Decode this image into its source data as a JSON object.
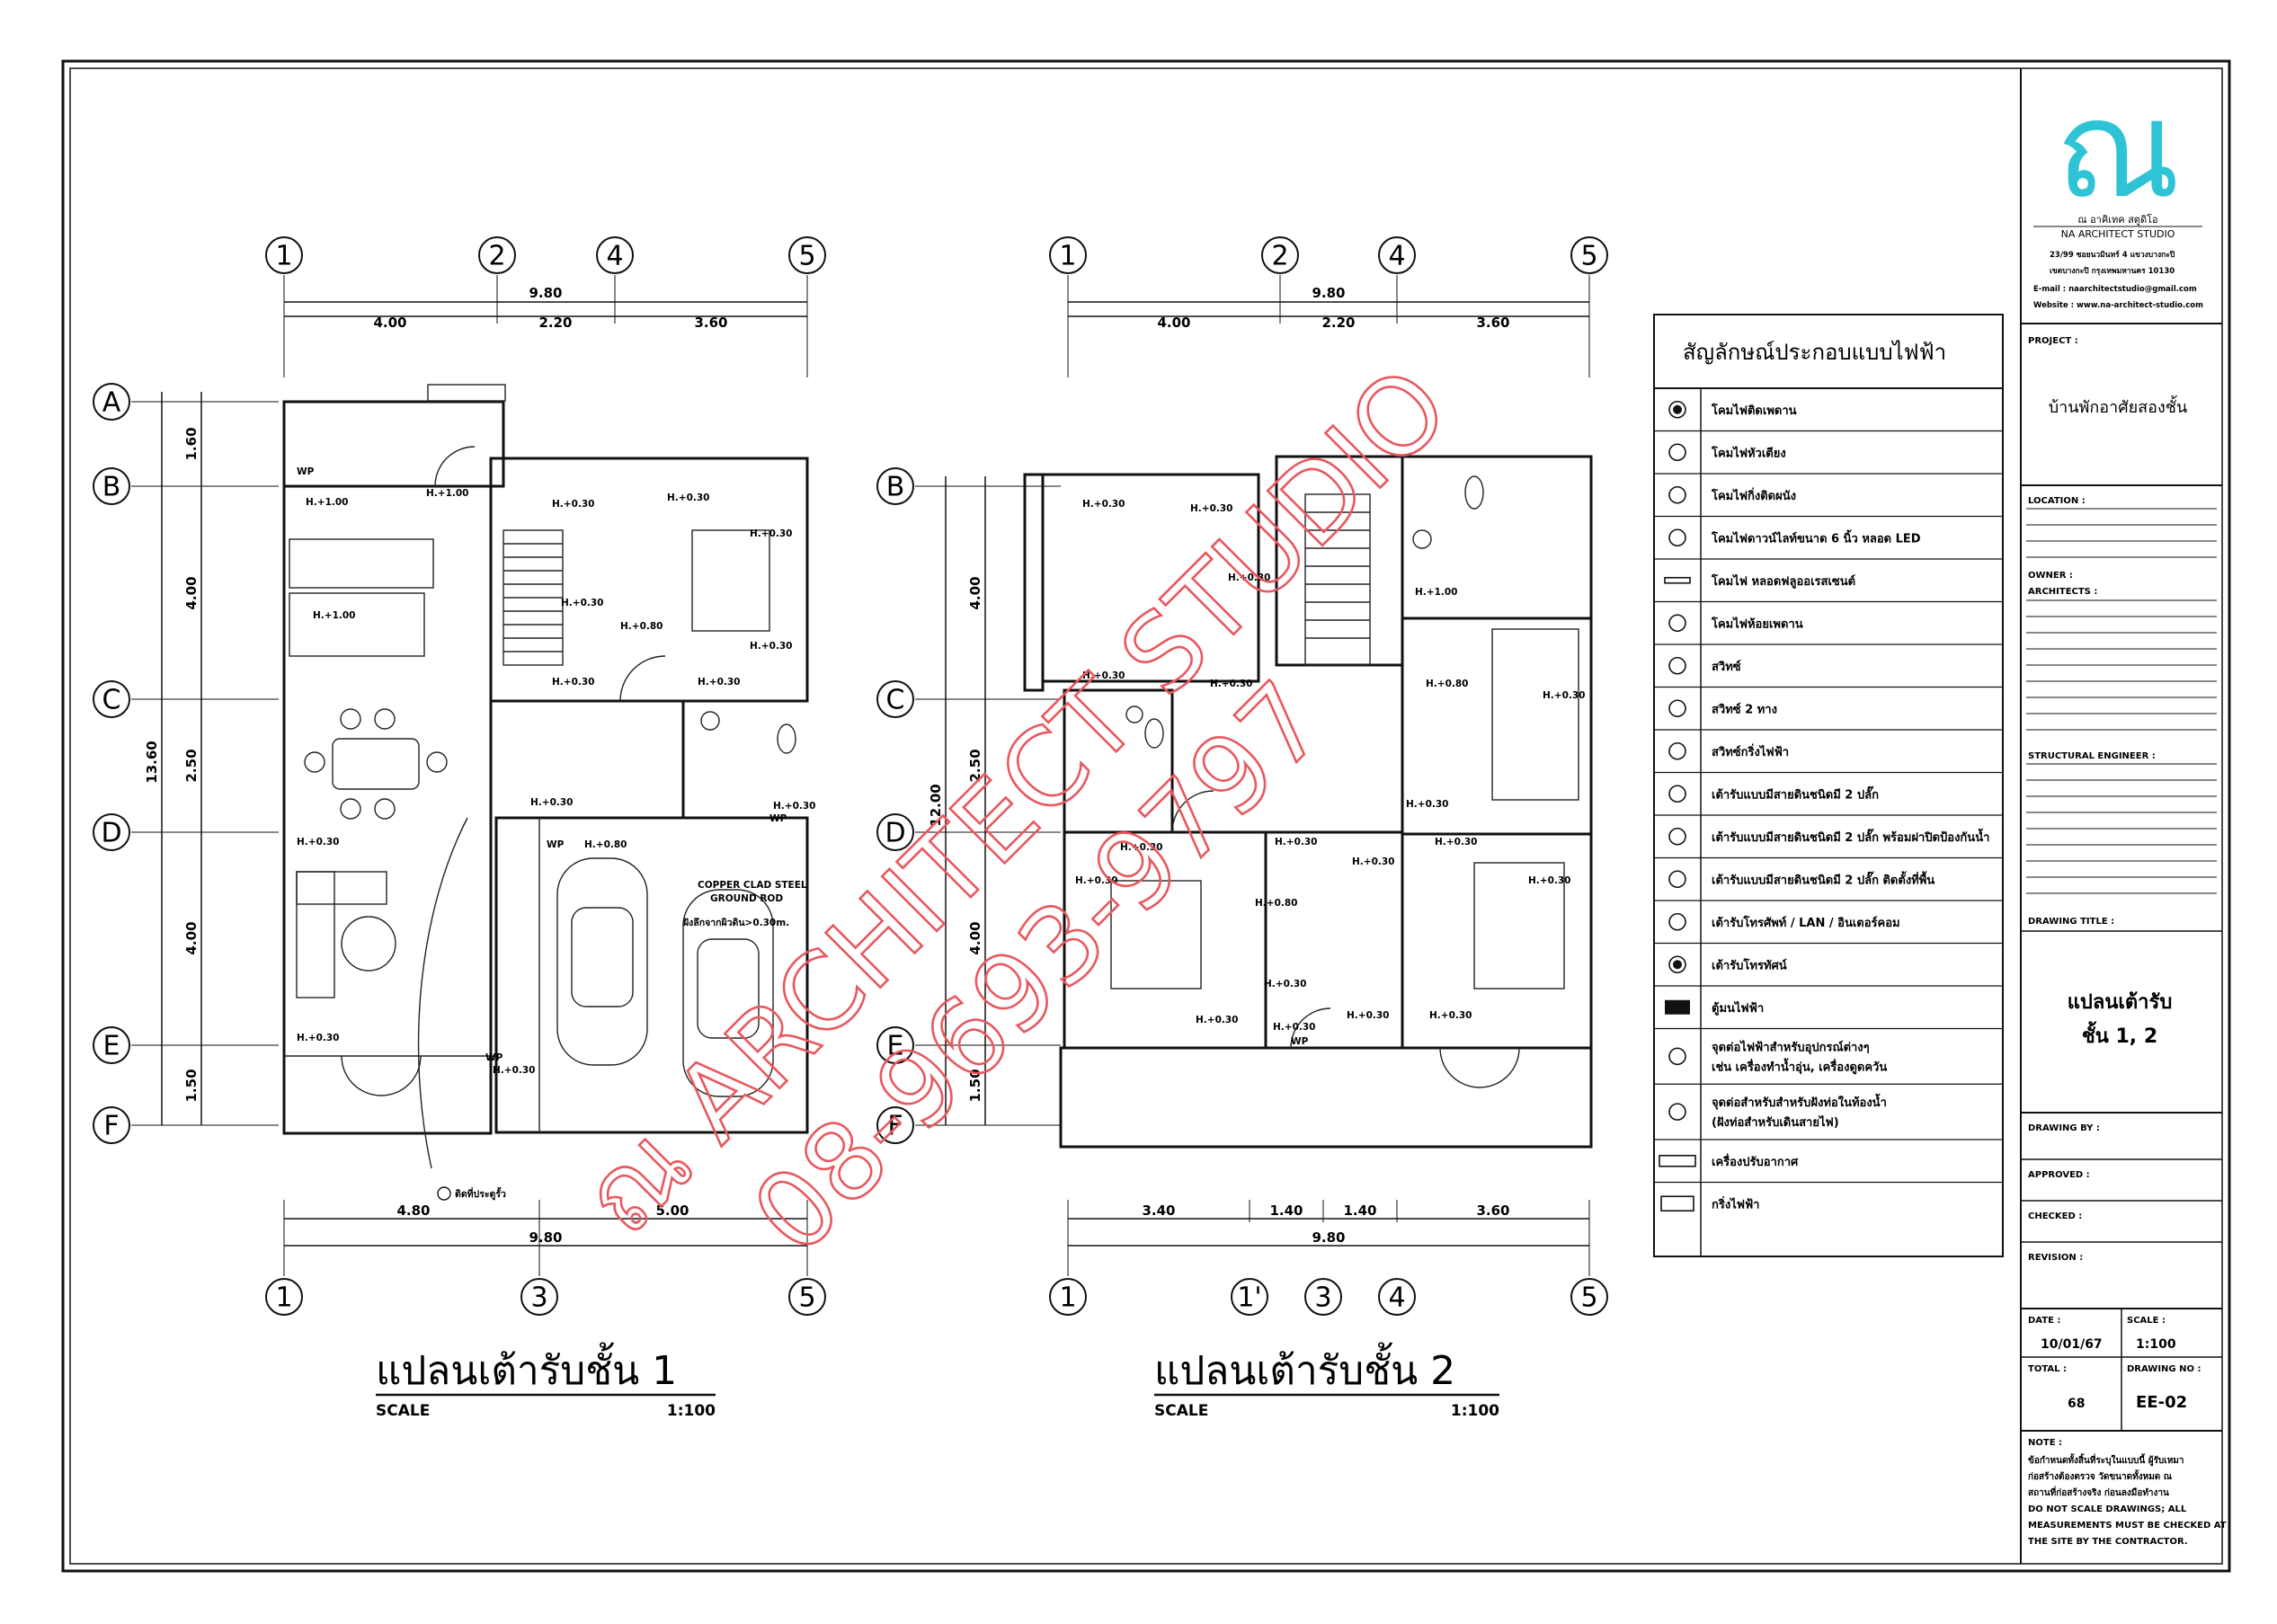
{
  "logo": {
    "glyph": "ณ",
    "name_th": "ณ อาคิเทค สตูดิโอ",
    "name_en": "NA ARCHITECT STUDIO",
    "address_1": "23/99 ซอยนวมินทร์ 4 แขวงบางกะปิ",
    "address_2": "เขตบางกะปิ กรุงเทพมหานคร 10130",
    "email": "E-mail : naarchitectstudio@gmail.com",
    "website": "Website : www.na-architect-studio.com",
    "color": "#2ec4d6"
  },
  "watermark": {
    "line1": "ณ ARCHITECT STUDIO",
    "line2": "08-9693-9797",
    "color": "#e8585e"
  },
  "plan1": {
    "title": "แปลนเต้ารับชั้น 1",
    "scale_label": "SCALE",
    "scale_value": "1:100",
    "top_grid": [
      "1",
      "2",
      "4",
      "5"
    ],
    "bottom_grid": [
      "1",
      "3",
      "5"
    ],
    "side_grid": [
      "A",
      "B",
      "C",
      "D",
      "E",
      "F"
    ],
    "top_total": "9.80",
    "top_dims": [
      "4.00",
      "2.20",
      "3.60"
    ],
    "bottom_dims": [
      "4.80",
      "5.00"
    ],
    "bottom_total": "9.80",
    "side_total": "13.60",
    "side_dims": [
      "1.60",
      "4.00",
      "2.50",
      "4.00",
      "1.50"
    ],
    "labels": [
      "WP",
      "H.+1.00",
      "H.+1.00",
      "H.+0.30",
      "H.+0.30",
      "H.+0.30",
      "H.+0.30",
      "H.+0.80",
      "H.+0.30",
      "H.+0.30",
      "H.+1.00",
      "H.+0.30",
      "H.+0.30",
      "H.+0.30",
      "WP",
      "H.+0.80",
      "H.+0.30",
      "H.+0.30",
      "WP",
      "WP",
      "H.+0.30"
    ],
    "ground_rod_1": "COPPER CLAD STEEL",
    "ground_rod_2": "GROUND ROD",
    "ground_rod_3": "ฝังลึกจากผิวดิน>0.30m.",
    "doorbell_note": "ติดที่ประตูรั้ว"
  },
  "plan2": {
    "title": "แปลนเต้ารับชั้น 2",
    "scale_label": "SCALE",
    "scale_value": "1:100",
    "top_grid": [
      "1",
      "2",
      "4",
      "5"
    ],
    "bottom_grid": [
      "1",
      "1'",
      "3",
      "4",
      "5"
    ],
    "side_grid": [
      "B",
      "C",
      "D",
      "E",
      "F"
    ],
    "top_total": "9.80",
    "top_dims": [
      "4.00",
      "2.20",
      "3.60"
    ],
    "bottom_dims": [
      "3.40",
      "1.40",
      "1.40",
      "3.60"
    ],
    "bottom_total": "9.80",
    "side_total": "12.00",
    "side_dims": [
      "4.00",
      "2.50",
      "4.00",
      "1.50"
    ],
    "labels": [
      "H.+0.30",
      "H.+0.30",
      "H.+0.30",
      "H.+1.00",
      "H.+0.30",
      "H.+0.30",
      "H.+0.80",
      "H.+0.30",
      "H.+0.30",
      "H.+0.30",
      "H.+0.30",
      "H.+0.30",
      "H.+0.30",
      "H.+0.30",
      "H.+0.80",
      "H.+0.30",
      "H.+0.30",
      "H.+0.30",
      "H.+0.30",
      "H.+0.30",
      "H.+0.30",
      "WP"
    ]
  },
  "legend": {
    "title": "สัญลักษณ์ประกอบแบบไฟฟ้า",
    "items": [
      {
        "icon": "ceiling-pendant-lamp-icon",
        "text": "โคมไฟติดเพดาน"
      },
      {
        "icon": "bedside-lamp-icon",
        "text": "โคมไฟหัวเตียง"
      },
      {
        "icon": "wall-lamp-icon",
        "text": "โคมไฟกิ่งติดผนัง"
      },
      {
        "icon": "downlight-icon",
        "text": "โคมไฟดาวน์ไลท์ขนาด 6 นิ้ว หลอด LED"
      },
      {
        "icon": "fluorescent-lamp-icon",
        "text": "โคมไฟ หลอดฟลูออเรสเซนต์"
      },
      {
        "icon": "hanging-lamp-icon",
        "text": "โคมไฟห้อยเพดาน"
      },
      {
        "icon": "switch-icon",
        "text": "สวิทซ์"
      },
      {
        "icon": "two-way-switch-icon",
        "text": "สวิทซ์ 2 ทาง"
      },
      {
        "icon": "bell-switch-icon",
        "text": "สวิทซ์กริ่งไฟฟ้า"
      },
      {
        "icon": "duplex-outlet-icon",
        "text": "เต้ารับแบบมีสายดินชนิดมี 2 ปลั๊ก"
      },
      {
        "icon": "wp-outlet-icon",
        "text": "เต้ารับแบบมีสายดินชนิดมี 2 ปลั๊ก พร้อมฝาปิดป้องกันน้ำ"
      },
      {
        "icon": "fp-outlet-icon",
        "text": "เต้ารับแบบมีสายดินชนิดมี 2 ปลั๊ก ติดตั้งที่พื้น"
      },
      {
        "icon": "phone-lan-outlet-icon",
        "text": "เต้ารับโทรศัพท์ / LAN / อินเตอร์คอม"
      },
      {
        "icon": "tv-outlet-icon",
        "text": "เต้ารับโทรทัศน์"
      },
      {
        "icon": "distribution-board-icon",
        "text": "ตู้มนไฟฟ้า"
      },
      {
        "icon": "junction-box-icon",
        "text": "จุดต่อไฟฟ้าสำหรับอุปกรณ์ต่างๆ",
        "text2": "เช่น เครื่องทำน้ำอุ่น, เครื่องดูดควัน"
      },
      {
        "icon": "spare-conduit-icon",
        "text": "จุดต่อสำหรับสำหรับฝังท่อในท้องน้ำ",
        "text2": "(ฝังท่อสำหรับเดินสายไฟ)"
      },
      {
        "icon": "air-conditioner-icon",
        "text": "เครื่องปรับอากาศ"
      },
      {
        "icon": "doorbell-icon",
        "text": "กริ่งไฟฟ้า"
      }
    ]
  },
  "title_block": {
    "project_label": "PROJECT :",
    "project_value": "บ้านพักอาศัยสองชั้น",
    "location_label": "LOCATION :",
    "owner_label": "OWNER :",
    "architects_label": "ARCHITECTS :",
    "structural_label": "STRUCTURAL ENGINEER :",
    "drawing_title_label": "DRAWING TITLE :",
    "drawing_title_1": "แปลนเต้ารับ",
    "drawing_title_2": "ชั้น 1, 2",
    "drawn_by_label": "DRAWING BY :",
    "approved_label": "APPROVED :",
    "checked_label": "CHECKED :",
    "revision_label": "REVISION :",
    "date_label": "DATE :",
    "date_value": "10/01/67",
    "scale_label": "SCALE :",
    "scale_value": "1:100",
    "total_label": "TOTAL :",
    "total_value": "68",
    "drawing_no_label": "DRAWING NO :",
    "drawing_no_value": "EE-02",
    "note_label": "NOTE :",
    "note_lines": [
      "ข้อกำหนดทั้งสิ้นที่ระบุในแบบนี้ ผู้รับเหมา",
      "ก่อสร้างต้องตรวจ วัดขนาดทั้งหมด ณ",
      "สถานที่ก่อสร้างจริง ก่อนลงมือทำงาน",
      "DO NOT SCALE DRAWINGS; ALL",
      "MEASUREMENTS MUST BE CHECKED AT",
      "THE SITE BY THE CONTRACTOR."
    ]
  }
}
